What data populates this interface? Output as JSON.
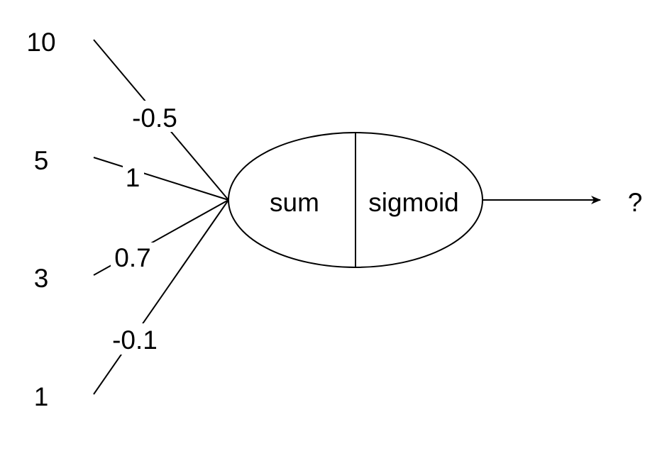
{
  "diagram": {
    "inputs": [
      {
        "value": "10",
        "weight": "-0.5"
      },
      {
        "value": "5",
        "weight": "1"
      },
      {
        "value": "3",
        "weight": "0.7"
      },
      {
        "value": "1",
        "weight": "-0.1"
      }
    ],
    "neuron": {
      "left_label": "sum",
      "right_label": "sigmoid"
    },
    "output": "?"
  },
  "colors": {
    "stroke": "#000000",
    "background": "#ffffff"
  }
}
